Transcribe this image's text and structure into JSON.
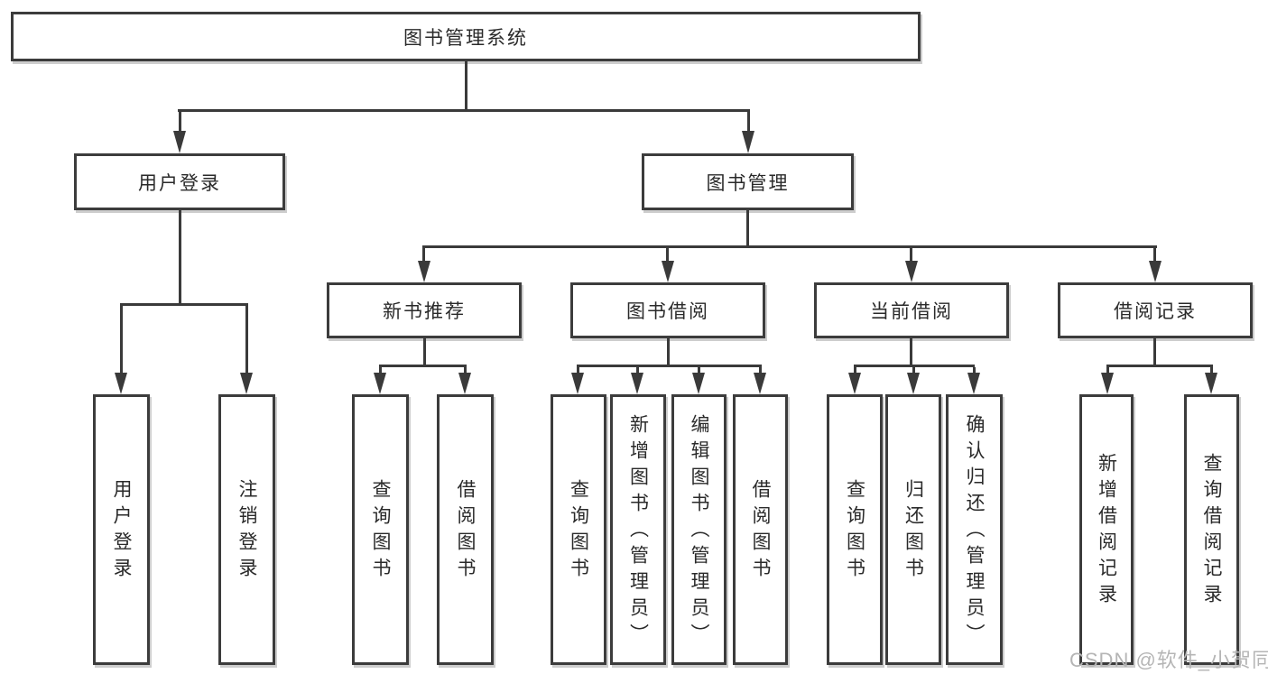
{
  "diagram": {
    "root": {
      "label": "图书管理系统"
    },
    "level2": [
      {
        "label": "用户登录"
      },
      {
        "label": "图书管理"
      }
    ],
    "level3": [
      {
        "label": "新书推荐",
        "parent": "图书管理"
      },
      {
        "label": "图书借阅",
        "parent": "图书管理"
      },
      {
        "label": "当前借阅",
        "parent": "图书管理"
      },
      {
        "label": "借阅记录",
        "parent": "图书管理"
      }
    ],
    "leaves": [
      {
        "label": "用户登录",
        "parent": "用户登录"
      },
      {
        "label": "注销登录",
        "parent": "用户登录"
      },
      {
        "label": "查询图书",
        "parent": "新书推荐"
      },
      {
        "label": "借阅图书",
        "parent": "新书推荐"
      },
      {
        "label": "查询图书",
        "parent": "图书借阅"
      },
      {
        "label": "新增图书（管理员）",
        "parent": "图书借阅"
      },
      {
        "label": "编辑图书（管理员）",
        "parent": "图书借阅"
      },
      {
        "label": "借阅图书",
        "parent": "图书借阅"
      },
      {
        "label": "查询图书",
        "parent": "当前借阅"
      },
      {
        "label": "归还图书",
        "parent": "当前借阅"
      },
      {
        "label": "确认归还（管理员）",
        "parent": "当前借阅"
      },
      {
        "label": "新增借阅记录",
        "parent": "借阅记录"
      },
      {
        "label": "查询借阅记录",
        "parent": "借阅记录"
      }
    ],
    "watermark": "CSDN @软件_小贺同学",
    "colors": {
      "line": "#3a3a3a",
      "border": "#3c3c3c",
      "text": "#2a2a2a",
      "watermark": "#b5b5b5",
      "background": "#ffffff"
    }
  }
}
